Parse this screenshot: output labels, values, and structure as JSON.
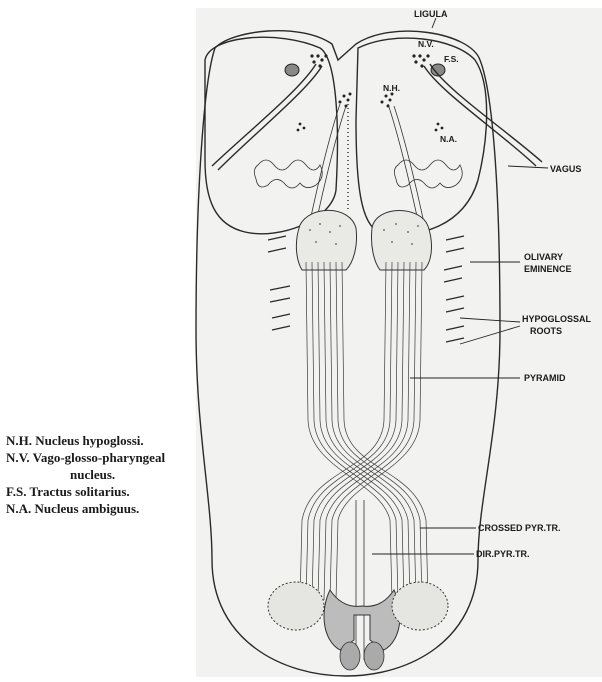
{
  "figure": {
    "labels": {
      "ligula": "LIGULA",
      "nv": "N.V.",
      "fs": "F.S.",
      "nh": "N.H.",
      "na": "N.A.",
      "vagus": "VAGUS",
      "olivary_1": "OLIVARY",
      "olivary_2": "EMINENCE",
      "hypoglossal_1": "HYPOGLOSSAL",
      "hypoglossal_2": "ROOTS",
      "pyramid": "PYRAMID",
      "crossed": "CROSSED PYR.TR.",
      "direct": "DIR.PYR.TR."
    }
  },
  "legend": {
    "nh_abbr": "N.H.",
    "nh_text": "Nucleus hypoglossi.",
    "nv_abbr": "N.V.",
    "nv_text": "Vago-glosso-pharyngeal",
    "nv_cont": "nucleus.",
    "fs_abbr": "F.S.",
    "fs_text": "Tractus solitarius.",
    "na_abbr": "N.A.",
    "na_text": "Nucleus ambiguus."
  }
}
